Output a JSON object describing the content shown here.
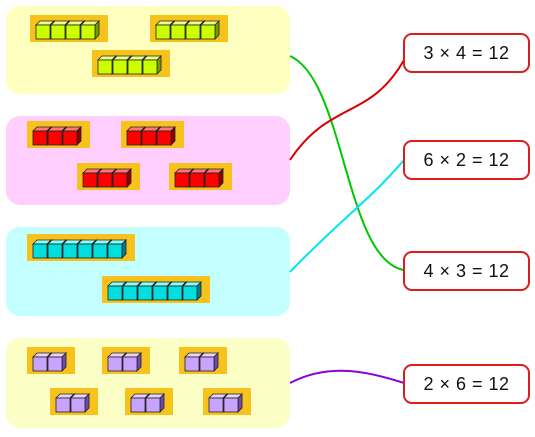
{
  "groups": [
    {
      "id": "green",
      "bg": "#ffffc0",
      "face": "#ccff00",
      "side": "#6fa000",
      "top": "#eaff88",
      "strips": [
        4,
        4,
        4
      ]
    },
    {
      "id": "red",
      "bg": "#ffd0ff",
      "face": "#ff0000",
      "side": "#8e0000",
      "top": "#ff7777",
      "strips": [
        3,
        3,
        3,
        3
      ]
    },
    {
      "id": "cyan",
      "bg": "#c4ffff",
      "face": "#00dede",
      "side": "#007d8e",
      "top": "#88ffff",
      "strips": [
        6,
        6
      ]
    },
    {
      "id": "purple",
      "bg": "#fbffc6",
      "face": "#c9a4ff",
      "side": "#6e4ab0",
      "top": "#e6d4ff",
      "strips": [
        2,
        2,
        2,
        2,
        2,
        2
      ]
    }
  ],
  "equations": [
    {
      "text": "3 × 4 = 12"
    },
    {
      "text": "6 × 2 = 12"
    },
    {
      "text": "4 × 3 = 12"
    },
    {
      "text": "2 × 6 = 12"
    }
  ],
  "connections": [
    {
      "group": "green",
      "equation": "4 × 3 = 12",
      "color": "#00c800"
    },
    {
      "group": "red",
      "equation": "3 × 4 = 12",
      "color": "#dd0000"
    },
    {
      "group": "cyan",
      "equation": "6 × 2 = 12",
      "color": "#00e5f0"
    },
    {
      "group": "purple",
      "equation": "2 × 6 = 12",
      "color": "#8a00d6"
    }
  ]
}
